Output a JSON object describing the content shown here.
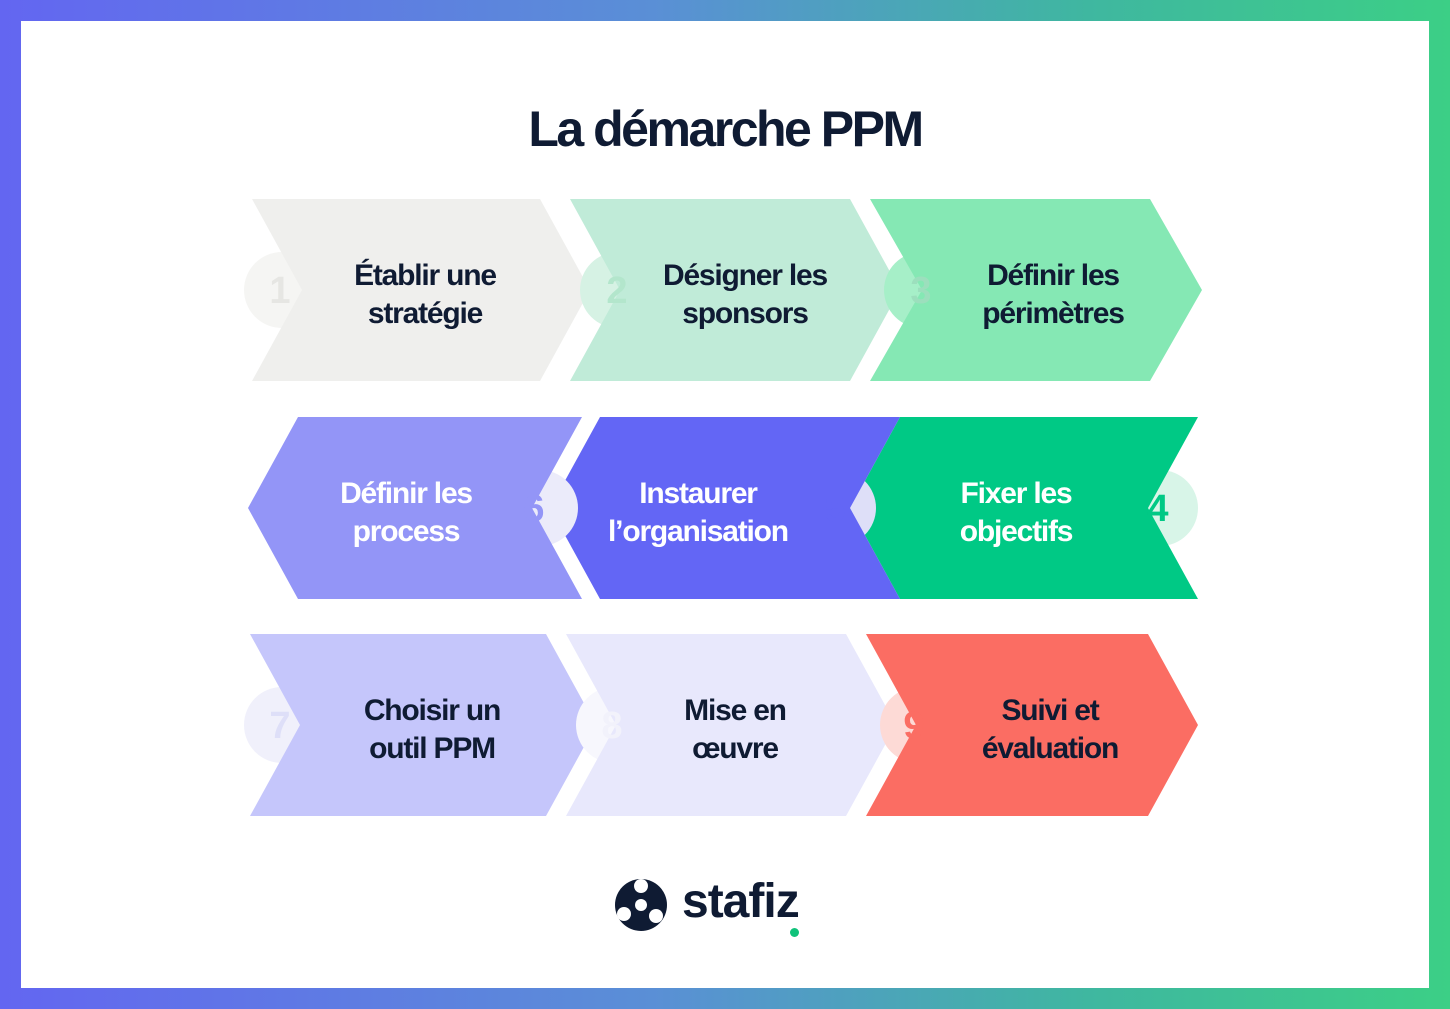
{
  "title": "La démarche PPM",
  "brand": {
    "name": "stafiz",
    "dot_color": "#10c27a",
    "mark_color": "#0f1b33"
  },
  "steps": [
    {
      "number": "1",
      "lines": [
        "Établir une",
        "stratégie"
      ],
      "fill": "#efefed",
      "text_color": "#0f1b33",
      "num_color": "#e6e6e3",
      "circle_color": "#f5f5f3",
      "direction": "right"
    },
    {
      "number": "2",
      "lines": [
        "Désigner les",
        "sponsors"
      ],
      "fill": "#c0ebd8",
      "text_color": "#0f1b33",
      "num_color": "#b3e6cc",
      "circle_color": "#d6f2e4",
      "direction": "right"
    },
    {
      "number": "3",
      "lines": [
        "Définir les",
        "périmètres"
      ],
      "fill": "#85e8b4",
      "text_color": "#0f1b33",
      "num_color": "#9cdfbd",
      "circle_color": "#a6efc8",
      "direction": "right"
    },
    {
      "number": "4",
      "lines": [
        "Fixer les",
        "objectifs"
      ],
      "fill": "#00c985",
      "text_color": "#ffffff",
      "num_color": "#00c985",
      "circle_color": "#d8f5e8",
      "direction": "left"
    },
    {
      "number": "5",
      "lines": [
        "Instaurer",
        "l’organisation"
      ],
      "fill": "#6366f5",
      "text_color": "#ffffff",
      "num_color": "#6366f5",
      "circle_color": "#dedff8",
      "direction": "left"
    },
    {
      "number": "6",
      "lines": [
        "Définir les",
        "process"
      ],
      "fill": "#9395f7",
      "text_color": "#ffffff",
      "num_color": "#9395f7",
      "circle_color": "#ebebfa",
      "direction": "left"
    },
    {
      "number": "7",
      "lines": [
        "Choisir un",
        "outil PPM"
      ],
      "fill": "#c5c6fb",
      "text_color": "#0f1b33",
      "num_color": "#dedff8",
      "circle_color": "#f0f0fb",
      "direction": "right"
    },
    {
      "number": "8",
      "lines": [
        "Mise en",
        "œuvre"
      ],
      "fill": "#e8e8fc",
      "text_color": "#0f1b33",
      "num_color": "#f2f2fb",
      "circle_color": "#f7f7fd",
      "direction": "right"
    },
    {
      "number": "9",
      "lines": [
        "Suivi et",
        "évaluation"
      ],
      "fill": "#fb6d63",
      "text_color": "#0f1b33",
      "num_color": "#fb6d63",
      "circle_color": "#fddad6",
      "direction": "right"
    }
  ]
}
